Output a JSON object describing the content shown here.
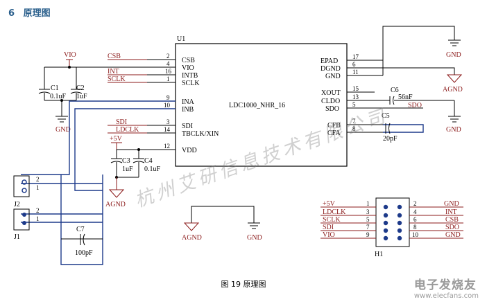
{
  "heading": {
    "number": "6",
    "title": "原理图"
  },
  "caption": "图 19 原理图",
  "watermark": "杭州艾研信息技术有限公司",
  "logo": {
    "brand": "电子发烧友",
    "site": "www.elecfans.com"
  },
  "ic": {
    "ref": "U1",
    "part": "LDC1000_NHR_16",
    "left_pins": [
      {
        "num": "2",
        "name": "CSB"
      },
      {
        "num": "4",
        "name": "VIO"
      },
      {
        "num": "16",
        "name": "INTB"
      },
      {
        "num": "1",
        "name": "SCLK"
      },
      {
        "num": "9",
        "name": "INA"
      },
      {
        "num": "10",
        "name": "INB"
      },
      {
        "num": "3",
        "name": "SDI"
      },
      {
        "num": "14",
        "name": "TBCLK/XIN"
      },
      {
        "num": "12",
        "name": "VDD"
      }
    ],
    "right_pins": [
      {
        "num": "17",
        "name": "EPAD"
      },
      {
        "num": "6",
        "name": "DGND"
      },
      {
        "num": "11",
        "name": "GND"
      },
      {
        "num": "15",
        "name": "XOUT"
      },
      {
        "num": "13",
        "name": "CLDO"
      },
      {
        "num": "5",
        "name": "SDO"
      },
      {
        "num": "7",
        "name": "CFB"
      },
      {
        "num": "8",
        "name": "CFA"
      }
    ]
  },
  "nets": {
    "vio": "VIO",
    "csb": "CSB",
    "int": "INT",
    "sclk": "SCLK",
    "sdi": "SDI",
    "ldclk": "LDCLK",
    "p5v": "+5V",
    "sdo": "SDO",
    "gnd": "GND",
    "agnd": "AGND"
  },
  "components": {
    "c1": {
      "ref": "C1",
      "value": "0.1uF"
    },
    "c2": {
      "ref": "C2",
      "value": "1uF"
    },
    "c3": {
      "ref": "C3",
      "value": "1uF"
    },
    "c4": {
      "ref": "C4",
      "value": "0.1uF"
    },
    "c5": {
      "ref": "C5",
      "value": "20pF"
    },
    "c6": {
      "ref": "C6",
      "value": "56nF"
    },
    "c7": {
      "ref": "C7",
      "value": "100pF"
    },
    "j1": {
      "ref": "J1",
      "pin_a": "2",
      "pin_b": "1"
    },
    "j2": {
      "ref": "J2",
      "pin_a": "2",
      "pin_b": "1"
    }
  },
  "header": {
    "ref": "H1",
    "rows": [
      {
        "left_net": "+5V",
        "left_pin": "1",
        "right_pin": "2",
        "right_net": "GND"
      },
      {
        "left_net": "LDCLK",
        "left_pin": "3",
        "right_pin": "4",
        "right_net": "INT"
      },
      {
        "left_net": "SCLK",
        "left_pin": "5",
        "right_pin": "6",
        "right_net": "CSB"
      },
      {
        "left_net": "SDI",
        "left_pin": "7",
        "right_pin": "8",
        "right_net": "SDO"
      },
      {
        "left_net": "VIO",
        "left_pin": "9",
        "right_pin": "10",
        "right_net": "GND"
      }
    ]
  },
  "colors": {
    "heading": "#2a5f8c",
    "net": "#8b1a1a",
    "bus": "#1d3a8a"
  }
}
